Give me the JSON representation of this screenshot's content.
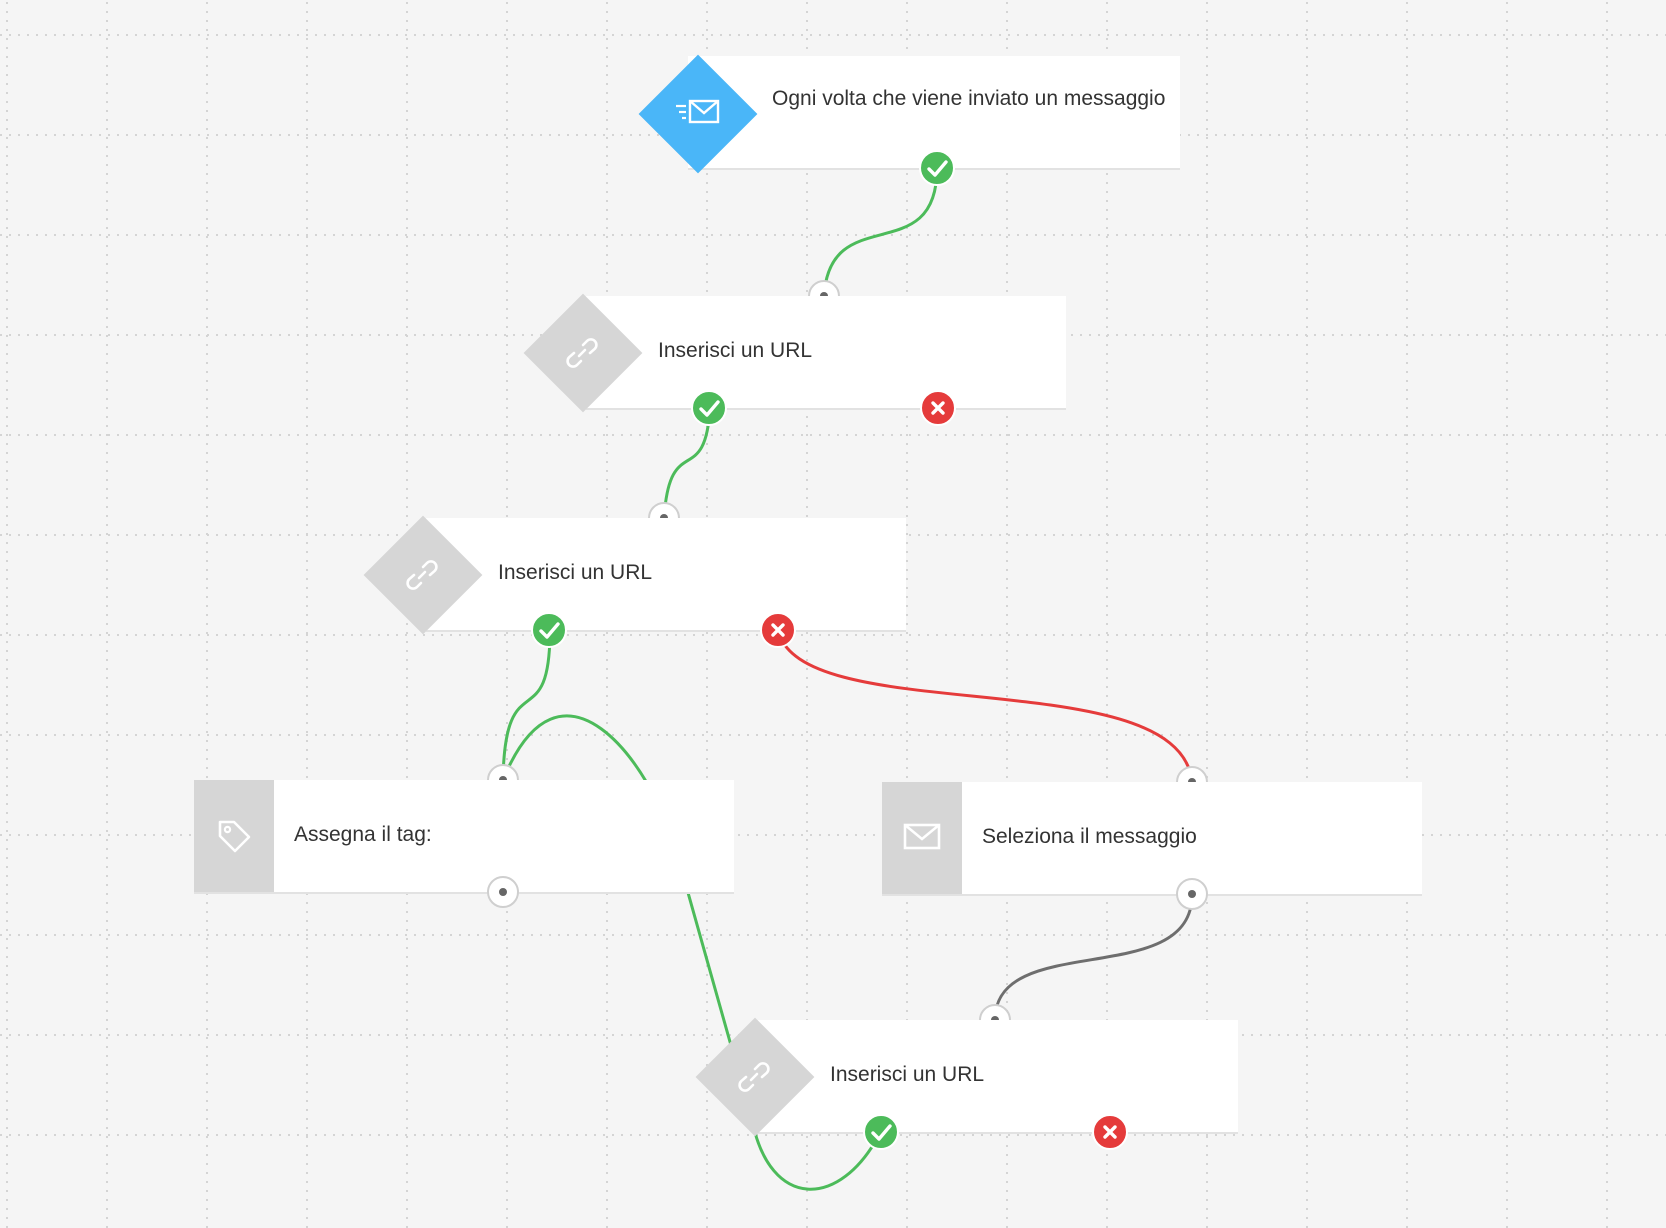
{
  "colors": {
    "trigger_blue": "#4ab6f8",
    "action_gray": "#d6d6d6",
    "success_green": "#4cbb5a",
    "failure_red": "#e53b3b",
    "neutral_wire": "#6e6e6e"
  },
  "nodes": {
    "trigger": {
      "label": "Ogni volta che viene inviato un messaggio",
      "icon": "send-mail-icon"
    },
    "url_1": {
      "label": "Inserisci un URL",
      "icon": "link-icon"
    },
    "url_2": {
      "label": "Inserisci un URL",
      "icon": "link-icon"
    },
    "tag": {
      "label": "Assegna il tag:",
      "icon": "tag-icon"
    },
    "message": {
      "label": "Seleziona il messaggio",
      "icon": "envelope-icon"
    },
    "url_3": {
      "label": "Inserisci un URL",
      "icon": "link-icon"
    }
  }
}
